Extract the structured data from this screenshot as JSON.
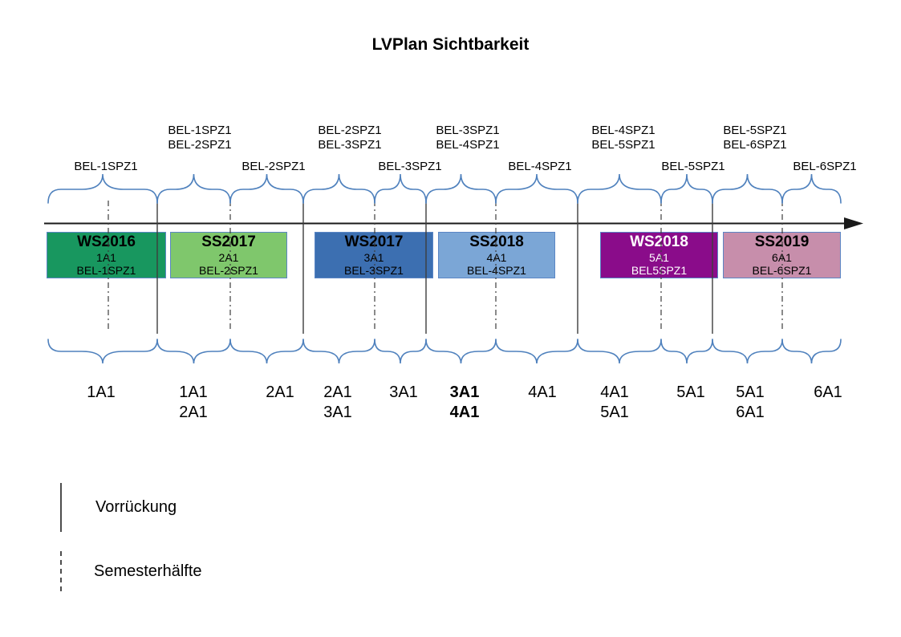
{
  "title": "LVPlan Sichtbarkeit",
  "semesters": [
    {
      "name": "WS2016",
      "group": "1A1",
      "bel": "BEL-1SPZ1",
      "fill": "#18975F",
      "text_color": "#000000"
    },
    {
      "name": "SS2017",
      "group": "2A1",
      "bel": "BEL-2SPZ1",
      "fill": "#7FC76C",
      "text_color": "#000000"
    },
    {
      "name": "WS2017",
      "group": "3A1",
      "bel": "BEL-3SPZ1",
      "fill": "#3C6FB1",
      "text_color": "#000000"
    },
    {
      "name": "SS2018",
      "group": "4A1",
      "bel": "BEL-4SPZ1",
      "fill": "#7BA6D6",
      "text_color": "#000000"
    },
    {
      "name": "WS2018",
      "group": "5A1",
      "bel": "BEL5SPZ1",
      "fill": "#8A0C8A",
      "text_color": "#FFFFFF"
    },
    {
      "name": "SS2019",
      "group": "6A1",
      "bel": "BEL-6SPZ1",
      "fill": "#C78EAB",
      "text_color": "#000000"
    }
  ],
  "top_labels": [
    {
      "lines": [
        "BEL-1SPZ1"
      ]
    },
    {
      "lines": [
        "BEL-1SPZ1",
        "BEL-2SPZ1"
      ]
    },
    {
      "lines": [
        "BEL-2SPZ1"
      ]
    },
    {
      "lines": [
        "BEL-2SPZ1",
        "BEL-3SPZ1"
      ]
    },
    {
      "lines": [
        "BEL-3SPZ1"
      ]
    },
    {
      "lines": [
        "BEL-3SPZ1",
        "BEL-4SPZ1"
      ]
    },
    {
      "lines": [
        "BEL-4SPZ1"
      ]
    },
    {
      "lines": [
        "BEL-4SPZ1",
        "BEL-5SPZ1"
      ]
    },
    {
      "lines": [
        "BEL-5SPZ1"
      ]
    },
    {
      "lines": [
        "BEL-5SPZ1",
        "BEL-6SPZ1"
      ]
    },
    {
      "lines": [
        "BEL-6SPZ1"
      ]
    }
  ],
  "bottom_labels": [
    {
      "lines": [
        "1A1"
      ],
      "bold": false
    },
    {
      "lines": [
        "1A1",
        "2A1"
      ],
      "bold": false
    },
    {
      "lines": [
        "2A1"
      ],
      "bold": false
    },
    {
      "lines": [
        "2A1",
        "3A1"
      ],
      "bold": false
    },
    {
      "lines": [
        "3A1"
      ],
      "bold": false
    },
    {
      "lines": [
        "3A1",
        "4A1"
      ],
      "bold": true
    },
    {
      "lines": [
        "4A1"
      ],
      "bold": false
    },
    {
      "lines": [
        "4A1",
        "5A1"
      ],
      "bold": false
    },
    {
      "lines": [
        "5A1"
      ],
      "bold": false
    },
    {
      "lines": [
        "5A1",
        "6A1"
      ],
      "bold": false
    },
    {
      "lines": [
        "6A1"
      ],
      "bold": false
    }
  ],
  "legend": {
    "vorrueckung": "Vorrückung",
    "semesterhaelfte": "Semesterhälfte"
  },
  "colors": {
    "brace": "#4F81BD",
    "axis": "#1a1a1a",
    "line": "#3d3d3d",
    "box_border": "#5B86C5"
  }
}
